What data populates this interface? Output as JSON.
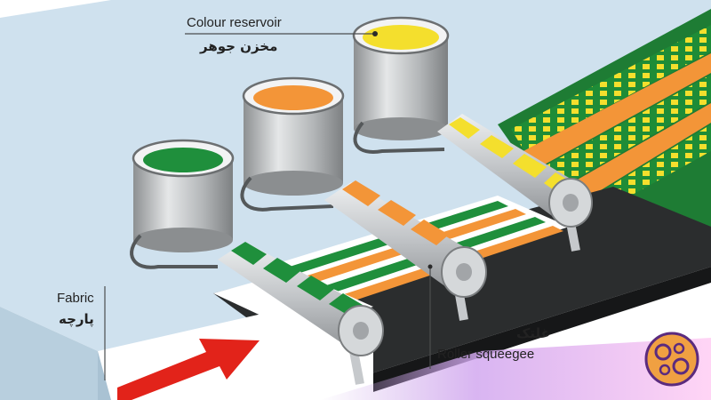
{
  "labels": {
    "colour_reservoir": "Colour reservoir",
    "colour_reservoir_fa": "مخزن جوهر",
    "fabric": "Fabric",
    "fabric_fa": "پارچه",
    "roller_squeegee": "Roller squeegee",
    "roller_squeegee_fa": "غلتک"
  },
  "icons": {
    "flow_arrow": "feed-direction-arrow-icon",
    "logo": "ornamental-logo-icon"
  },
  "colors": {
    "green": "#1f8f3c",
    "orange": "#f39538",
    "yellow": "#f4df2d",
    "arrow_red": "#e2231a",
    "machine_bed": "#cfe1ee",
    "roller_grey": "#c6c9cc",
    "logo_purple": "#5b2b7e",
    "logo_orange": "#f0a042"
  }
}
